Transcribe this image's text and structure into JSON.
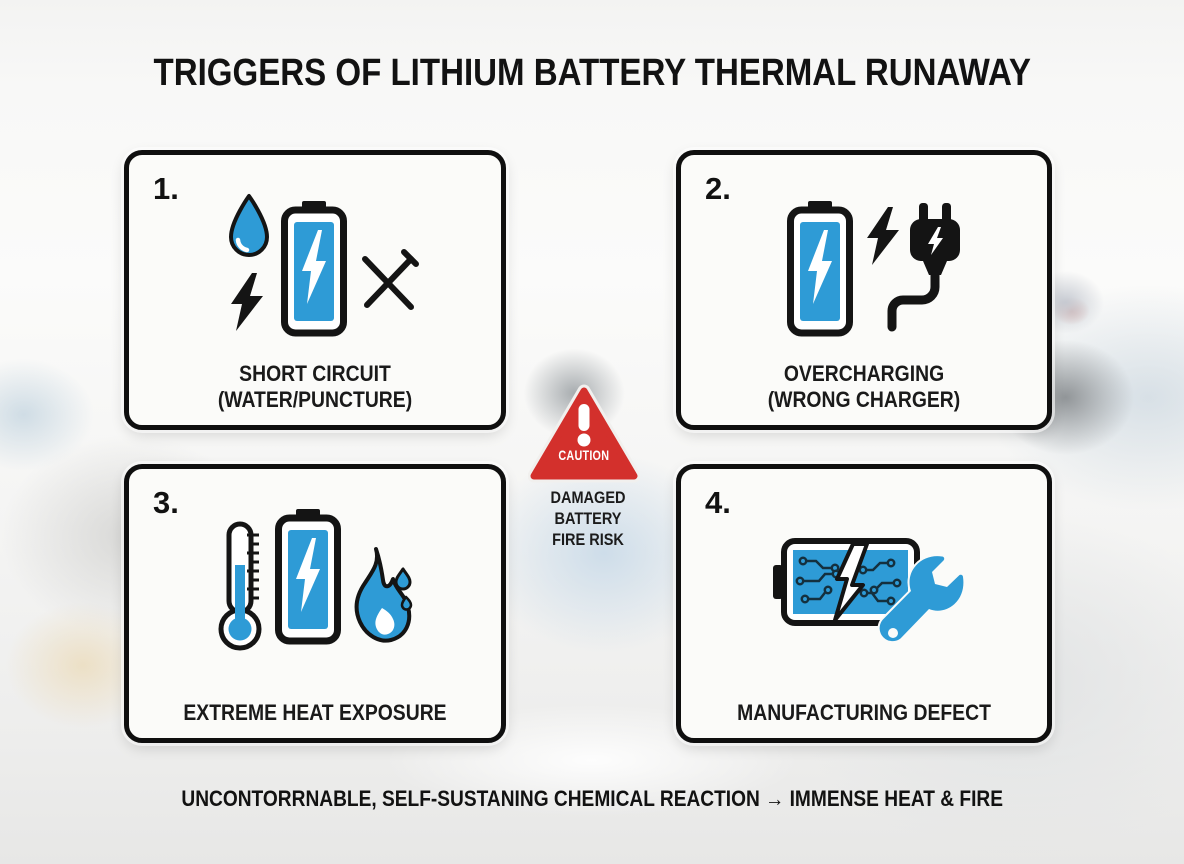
{
  "title": "TRIGGERS OF LITHIUM BATTERY THERMAL RUNAWAY",
  "cards": [
    {
      "number": "1.",
      "caption_line1": "SHORT CIRCUIT",
      "caption_line2": "(WATER/PUNCTURE)",
      "icons": [
        "water-drop",
        "lightning-bolt",
        "battery-lightning",
        "nail-puncture"
      ]
    },
    {
      "number": "2.",
      "caption_line1": "OVERCHARGING",
      "caption_line2": "(WRONG CHARGER)",
      "icons": [
        "battery-lightning",
        "lightning-bolt",
        "power-plug-with-cord"
      ]
    },
    {
      "number": "3.",
      "caption_line1": "EXTREME HEAT EXPOSURE",
      "caption_line2": "",
      "icons": [
        "thermometer",
        "battery-lightning",
        "flame"
      ]
    },
    {
      "number": "4.",
      "caption_line1": "MANUFACTURING DEFECT",
      "caption_line2": "",
      "icons": [
        "cracked-circuit-battery",
        "wrench"
      ]
    }
  ],
  "caution": {
    "triangle_label": "CAUTION",
    "warning_lines": [
      "DAMAGED",
      "BATTERY",
      "FIRE RISK"
    ]
  },
  "footer_text": "UNCONTORRNABLE, SELF-SUSTANING CHEMICAL REACTION → IMMENSE HEAT & FIRE",
  "colors": {
    "accent_blue": "#2e9bd6",
    "caution_red": "#d3302c",
    "ink": "#141414"
  }
}
